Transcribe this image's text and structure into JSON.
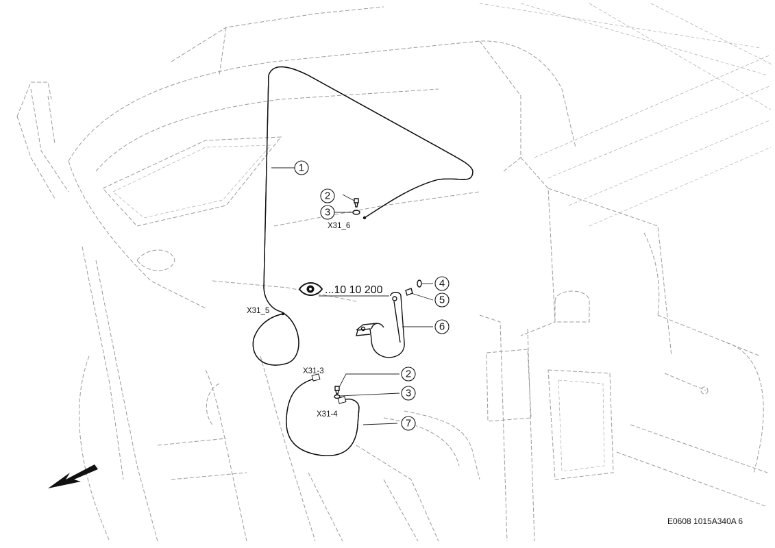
{
  "callouts": {
    "c1": "1",
    "c2a": "2",
    "c3a": "3",
    "c4": "4",
    "c5": "5",
    "c6": "6",
    "c2b": "2",
    "c3b": "3",
    "c7": "7"
  },
  "connectors": {
    "x31_6": "X31_6",
    "x31_5": "X31_5",
    "x31_3": "X31-3",
    "x31_4": "X31-4"
  },
  "reference": {
    "icon": "eye-icon",
    "text": "...10 10 200"
  },
  "drawing_code": "E0608 1015A340A 6"
}
